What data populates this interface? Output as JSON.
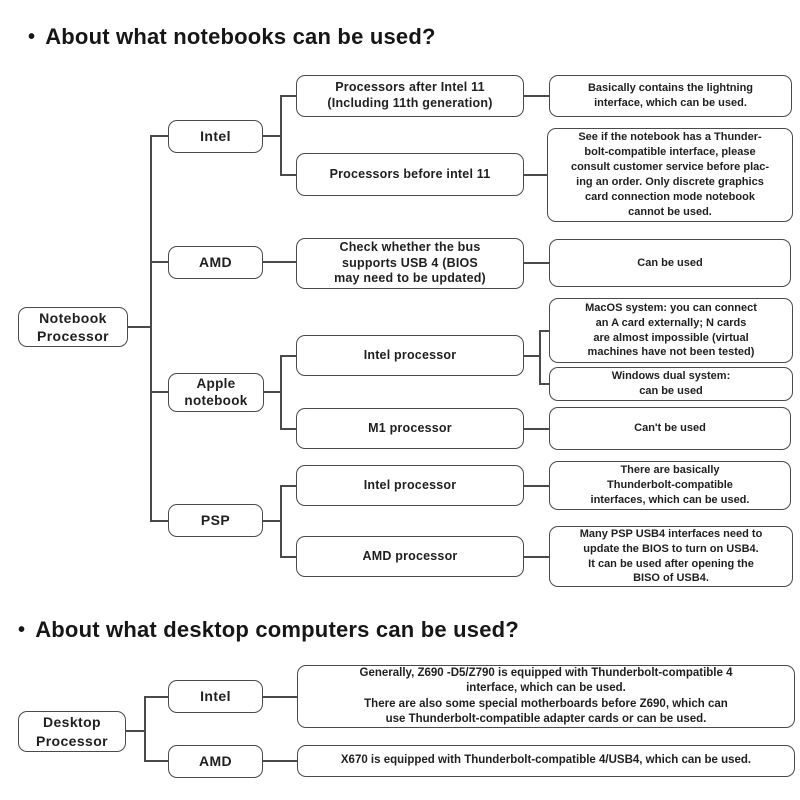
{
  "colors": {
    "line": "#4a4a4a",
    "text": "#1f1f1f",
    "background": "#ffffff"
  },
  "notebook": {
    "bullet": "•",
    "title": "About what notebooks can be used?",
    "root": "Notebook\nProcessor",
    "intel": {
      "label": "Intel",
      "children": [
        {
          "label": "Processors after Intel 11\n(Including 11th generation)",
          "result": "Basically contains the lightning\ninterface, which can be used."
        },
        {
          "label": "Processors before intel 11",
          "result": "See if the notebook has a Thunder-\nbolt-compatible interface, please\nconsult customer service before plac-\ning an order. Only discrete graphics\ncard connection mode notebook\ncannot be used."
        }
      ]
    },
    "amd": {
      "label": "AMD",
      "children": [
        {
          "label": "Check whether the bus\nsupports USB 4 (BIOS\nmay need to be updated)",
          "result": "Can be used"
        }
      ]
    },
    "apple": {
      "label": "Apple\nnotebook",
      "children": [
        {
          "label": "Intel processor",
          "results": [
            "MacOS system: you can connect\nan A card externally; N cards\nare almost impossible (virtual\nmachines have not been tested)",
            "Windows dual system:\ncan be used"
          ]
        },
        {
          "label": "M1 processor",
          "result": "Can't be used"
        }
      ]
    },
    "psp": {
      "label": "PSP",
      "children": [
        {
          "label": "Intel processor",
          "result": "There are basically\nThunderbolt-compatible\ninterfaces, which can be used."
        },
        {
          "label": "AMD processor",
          "result": "Many PSP USB4 interfaces need to\nupdate the BIOS to turn on USB4.\nIt can be used after opening the\nBISO of USB4."
        }
      ]
    }
  },
  "desktop": {
    "bullet": "•",
    "title": "About what desktop computers can be used?",
    "root": "Desktop\nProcessor",
    "intel": {
      "label": "Intel",
      "result": "Generally, Z690 -D5/Z790 is equipped with Thunderbolt-compatible 4\ninterface, which can be used.\nThere are also some special motherboards before Z690, which can\nuse Thunderbolt-compatible adapter cards or can be used."
    },
    "amd": {
      "label": "AMD",
      "result": "X670 is equipped with Thunderbolt-compatible 4/USB4, which can be used."
    }
  }
}
